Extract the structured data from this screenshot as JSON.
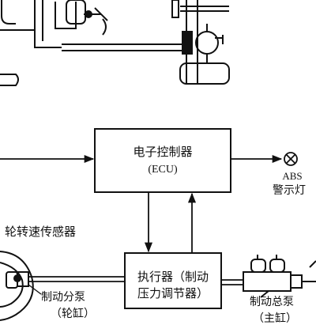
{
  "ecu": {
    "title": "电子控制器",
    "subtitle": "(ECU)"
  },
  "actuator": {
    "line1": "执行器（制动",
    "line2": "压力调节器）"
  },
  "abs_lamp": {
    "line1": "ABS",
    "line2": "警示灯"
  },
  "wheel_sensor": {
    "label": "轮转速传感器"
  },
  "wheel_cylinder": {
    "line1": "制动分泵",
    "line2": "（轮缸）"
  },
  "master_cylinder": {
    "line1": "制动总泵",
    "line2": "（主缸）"
  },
  "colors": {
    "ink": "#111111",
    "background": "#ffffff"
  }
}
